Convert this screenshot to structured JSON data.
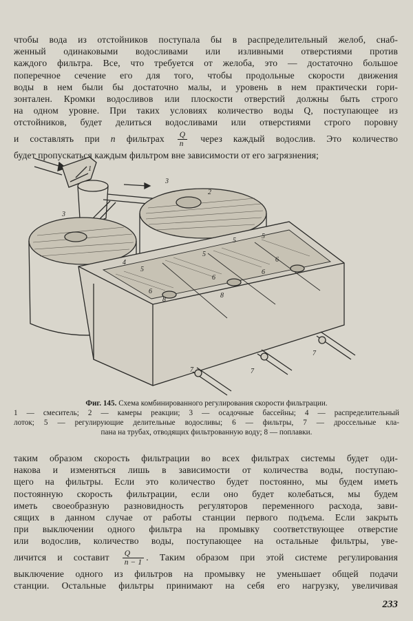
{
  "page": {
    "top_lines": [
      "чтобы вода из отстойников поступала бы в распределительный желоб, снаб-",
      "женный одинаковыми водосливами или изливными отверстиями против",
      "каждого фильтра. Все, что требуется от желоба, это — достаточно большое",
      "поперечное сечение его для того, чтобы продольные скорости движения",
      "воды в нем были бы достаточно малы, и уровень в нем практически гори-",
      "зонтален. Кромки водосливов или плоскости отверстий должны быть строго",
      "на одном уровне. При таких условиях количество воды Q, поступающее из",
      "отстойников, будет делиться водосливами или отверстиями строго поровну"
    ],
    "top_formula_line": {
      "before": "и составлять при",
      "var": "n",
      "mid": "фильтрах",
      "frac_num": "Q",
      "frac_den": "n",
      "after": "через каждый водослив. Это количество"
    },
    "top_last_line": "будет пропускаться каждым фильтром вне зависимости от его загрязнения;",
    "figure_labels": [
      "1",
      "2",
      "3",
      "3",
      "4",
      "5",
      "5",
      "5",
      "5",
      "6",
      "6",
      "6",
      "6",
      "7",
      "7",
      "7",
      "8",
      "8"
    ],
    "caption": {
      "fig_no": "Фиг. 145.",
      "title": "Схема комбинированного регулирования скорости фильтрации.",
      "legend_lines": [
        "1 — смеситель; 2 — камеры реакции; 3 — осадочные бассейны; 4 — распределительный",
        "лоток; 5 — регулирующие делительные водосливы; 6 — фильтры, 7 — дроссельные кла-",
        "пана на трубах, отводящих фильтрованную воду; 8 — поплавки."
      ]
    },
    "bottom_lines": [
      "таким образом скорость фильтрации во всех фильтрах системы будет оди-",
      "накова и изменяться лишь в зависимости от количества воды, поступаю-",
      "щего на фильтры. Если это количество будет постоянно, мы будем иметь",
      "постоянную скорость фильтрации, если оно будет колебаться, мы будем",
      "иметь своеобразную разновидность регуляторов переменного расхода, зави-",
      "сящих в данном случае от работы станции первого подъема. Если закрыть",
      "при выключении одного фильтра на промывку соответствующее отверстие",
      "или водослив, количество воды, поступающее на остальные фильтры, уве-"
    ],
    "bottom_formula_line": {
      "before": "личится и составит",
      "frac_num": "Q",
      "frac_den": "n − 1",
      "after": ". Таким образом при этой системе регулирования"
    },
    "bottom_tail_lines": [
      "выключение одного из фильтров на промывку не уменьшает общей подачи",
      "станции. Остальные фильтры принимают на себя его нагрузку, увеличивая"
    ],
    "page_number": "233"
  }
}
